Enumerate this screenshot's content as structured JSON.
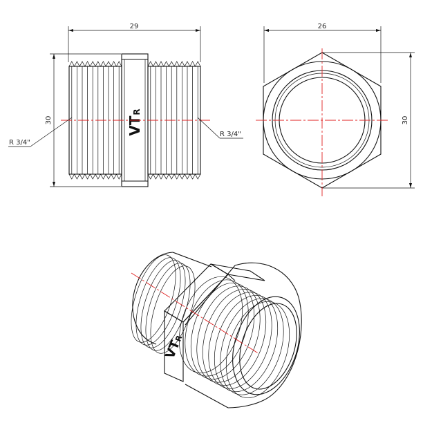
{
  "front_view": {
    "width_dim": "29",
    "height_dim": "30",
    "thread_left": "R 3/4\"",
    "thread_right": "R 3/4\"",
    "logo_main": "VT",
    "logo_sub": "R"
  },
  "side_view": {
    "width_dim": "26",
    "height_dim": "30"
  },
  "iso_view": {
    "logo_main": "VT",
    "logo_sub": "R"
  },
  "colors": {
    "line": "#111111",
    "centerline": "#e02020",
    "background": "#ffffff"
  }
}
